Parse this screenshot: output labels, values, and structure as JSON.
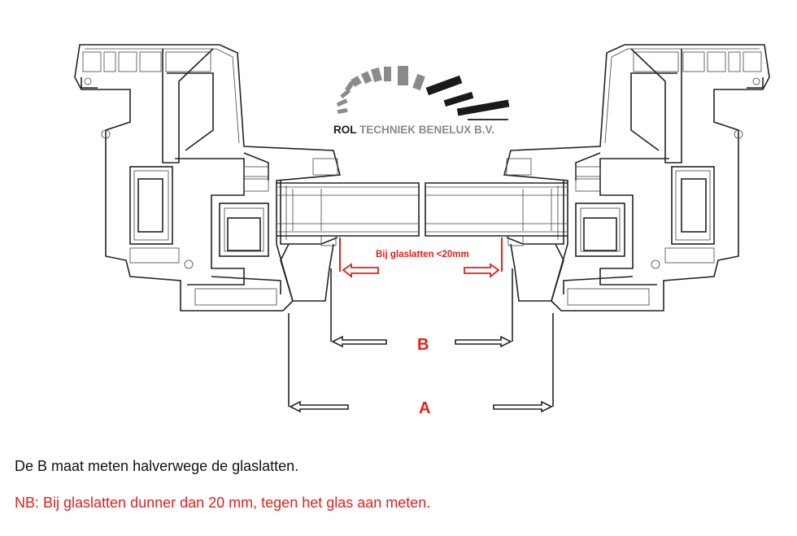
{
  "logo": {
    "company": "ROL TECHNIEK BENELUX B.V."
  },
  "diagram": {
    "note_label": "Bij glaslatten <20mm",
    "dimension_b": "B",
    "dimension_a": "A"
  },
  "captions": {
    "line1": "De B maat meten halverwege de glaslatten.",
    "line2": "NB: Bij glaslatten dunner dan 20 mm, tegen het glas aan meten."
  },
  "colors": {
    "accent_red": "#e0201e",
    "logo_grey": "#8a8a8a",
    "logo_black": "#1a1a1a"
  }
}
